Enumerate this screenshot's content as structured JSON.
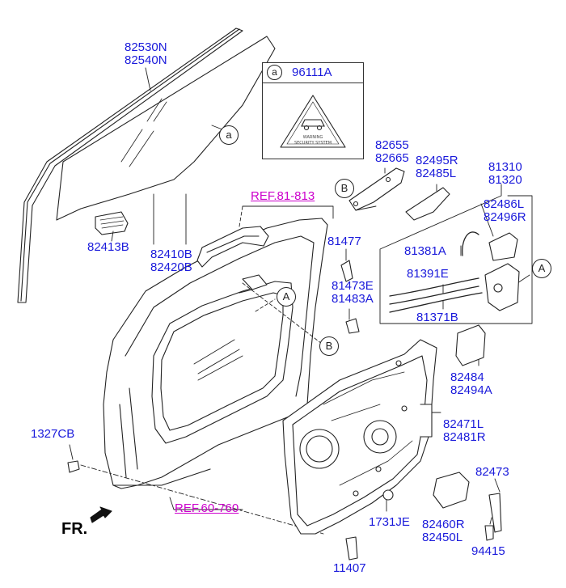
{
  "diagram": {
    "inset": {
      "callout": "a",
      "part_no": "96111A",
      "sticker_line1": "WARNING",
      "sticker_line2": "SECURITY SYSTEM"
    },
    "callouts": {
      "a": "a",
      "A": "A",
      "B": "B"
    },
    "refs": {
      "ref_upper": "REF.81-813",
      "ref_lower": "REF.60-760"
    },
    "direction": "FR.",
    "labels": {
      "glass_1": "82530N",
      "glass_2": "82540N",
      "glass_sub_1": "82410B",
      "glass_sub_2": "82420B",
      "clip": "82413B",
      "bolt_upper": "81477",
      "handle_1": "81473E",
      "handle_2": "81483A",
      "bolt_left": "1327CB",
      "bracket_1": "82655",
      "bracket_2": "82665",
      "bracket2_1": "82495R",
      "bracket2_2": "82485L",
      "latch_1": "81310",
      "latch_2": "81320",
      "latch_cover_1": "82486L",
      "latch_cover_2": "82496R",
      "cable_1": "81381A",
      "cable_2": "81391E",
      "cable_3": "81371B",
      "rail_1": "82484",
      "rail_2": "82494A",
      "module_1": "82471L",
      "module_2": "82481R",
      "screw_right": "82473",
      "motor_1": "82460R",
      "motor_2": "82450L",
      "plug": "1731JE",
      "screw_motor": "94415",
      "bolt_bottom": "11407"
    }
  }
}
